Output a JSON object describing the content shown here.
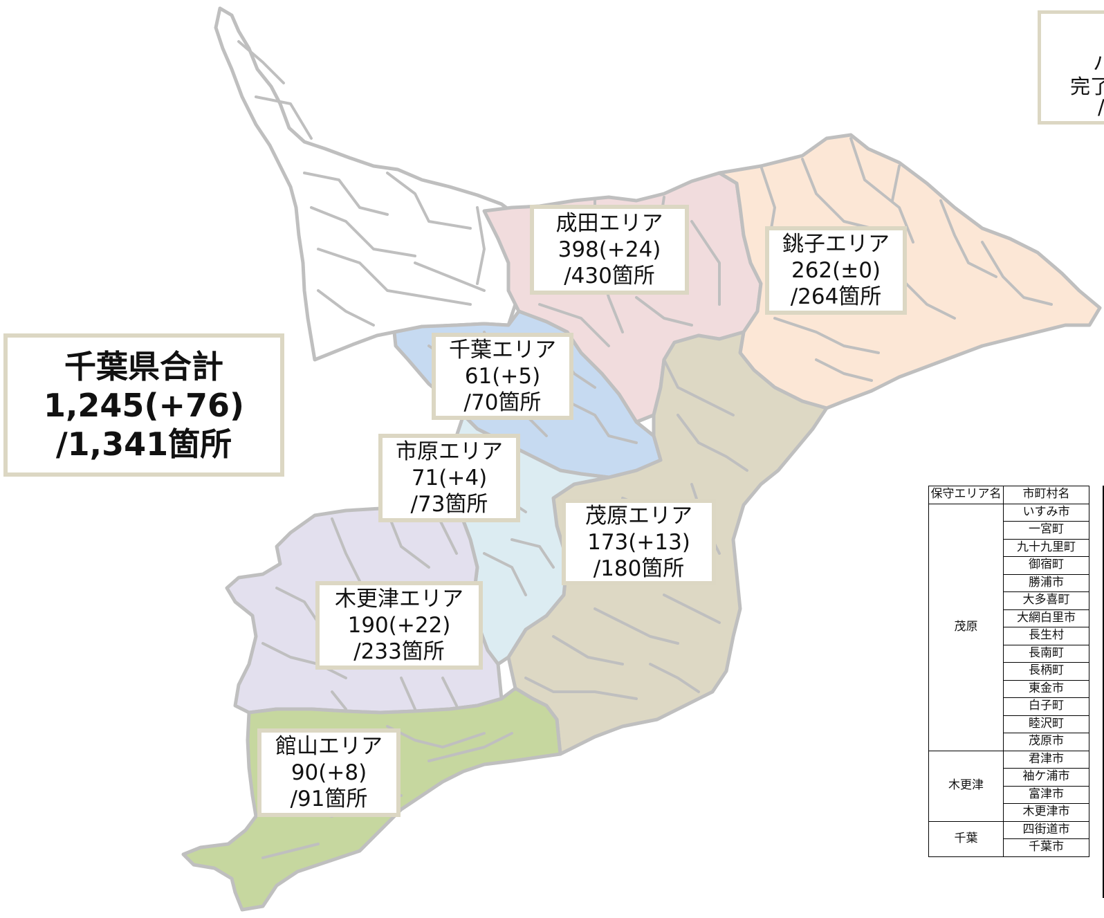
{
  "colors": {
    "narita": "#f1dcdd",
    "choshi": "#fce7d6",
    "chiba": "#c6daf1",
    "ichihara": "#dcecf2",
    "mobara": "#ddd8c4",
    "kisarazu": "#e3e0ee",
    "tateyama": "#c6d79f",
    "north": "#ffffff",
    "boundary": "#bfbfbf",
    "label_border": "#dcd7c3"
  },
  "total": {
    "title": "千葉県合計",
    "value": "1,245(+76)",
    "capacity": "/1,341箇所"
  },
  "legend_box": {
    "line1": "ハ",
    "line2": "完了",
    "line3": "/"
  },
  "areas": [
    {
      "name": "成田エリア",
      "value": "398(+24)",
      "capacity": "/430箇所"
    },
    {
      "name": "銚子エリア",
      "value": "262(±0)",
      "capacity": "/264箇所"
    },
    {
      "name": "千葉エリア",
      "value": "61(+5)",
      "capacity": "/70箇所"
    },
    {
      "name": "市原エリア",
      "value": "71(+4)",
      "capacity": "/73箇所"
    },
    {
      "name": "茂原エリア",
      "value": "173(+13)",
      "capacity": "/180箇所"
    },
    {
      "name": "木更津エリア",
      "value": "190(+22)",
      "capacity": "/233箇所"
    },
    {
      "name": "館山エリア",
      "value": "90(+8)",
      "capacity": "/91箇所"
    }
  ],
  "table": {
    "header_area": "保守エリア名",
    "header_city": "市町村名",
    "groups": [
      {
        "area": "茂原",
        "cities": [
          "いすみ市",
          "一宮町",
          "九十九里町",
          "御宿町",
          "勝浦市",
          "大多喜町",
          "大網白里市",
          "長生村",
          "長南町",
          "長柄町",
          "東金市",
          "白子町",
          "睦沢町",
          "茂原市"
        ]
      },
      {
        "area": "木更津",
        "cities": [
          "君津市",
          "袖ケ浦市",
          "富津市",
          "木更津市"
        ]
      },
      {
        "area": "千葉",
        "cities": [
          "四街道市",
          "千葉市"
        ]
      }
    ]
  }
}
